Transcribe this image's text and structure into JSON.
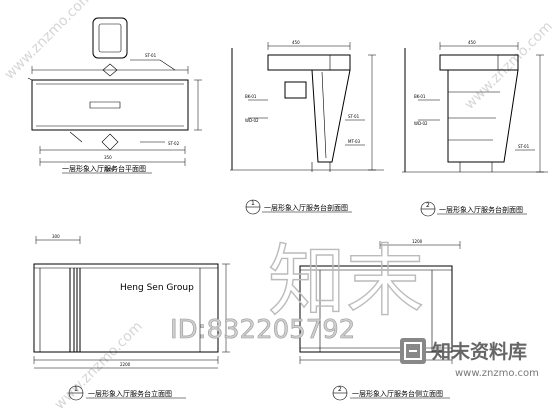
{
  "panels": {
    "top_left": {
      "caption": "一层形象入厅服务台平面图"
    },
    "top_mid": {
      "caption": "一层形象入厅服务台剖面图",
      "marker": "1"
    },
    "top_right": {
      "caption": "一层形象入厅服务台剖面图",
      "marker": "2"
    },
    "bottom_left": {
      "caption": "一层形象入厅服务台立面图",
      "front_text": "Heng Sen Group",
      "marker": "1"
    },
    "bottom_right": {
      "caption": "一层形象入厅服务台侧立面图",
      "marker": "2"
    }
  },
  "watermark": {
    "big_text": "知末",
    "id_text": "ID:832205792",
    "logo_cn": "知末资料库",
    "logo_url": "www.znzmo.com",
    "diag_url": "www.znzmo.com"
  }
}
